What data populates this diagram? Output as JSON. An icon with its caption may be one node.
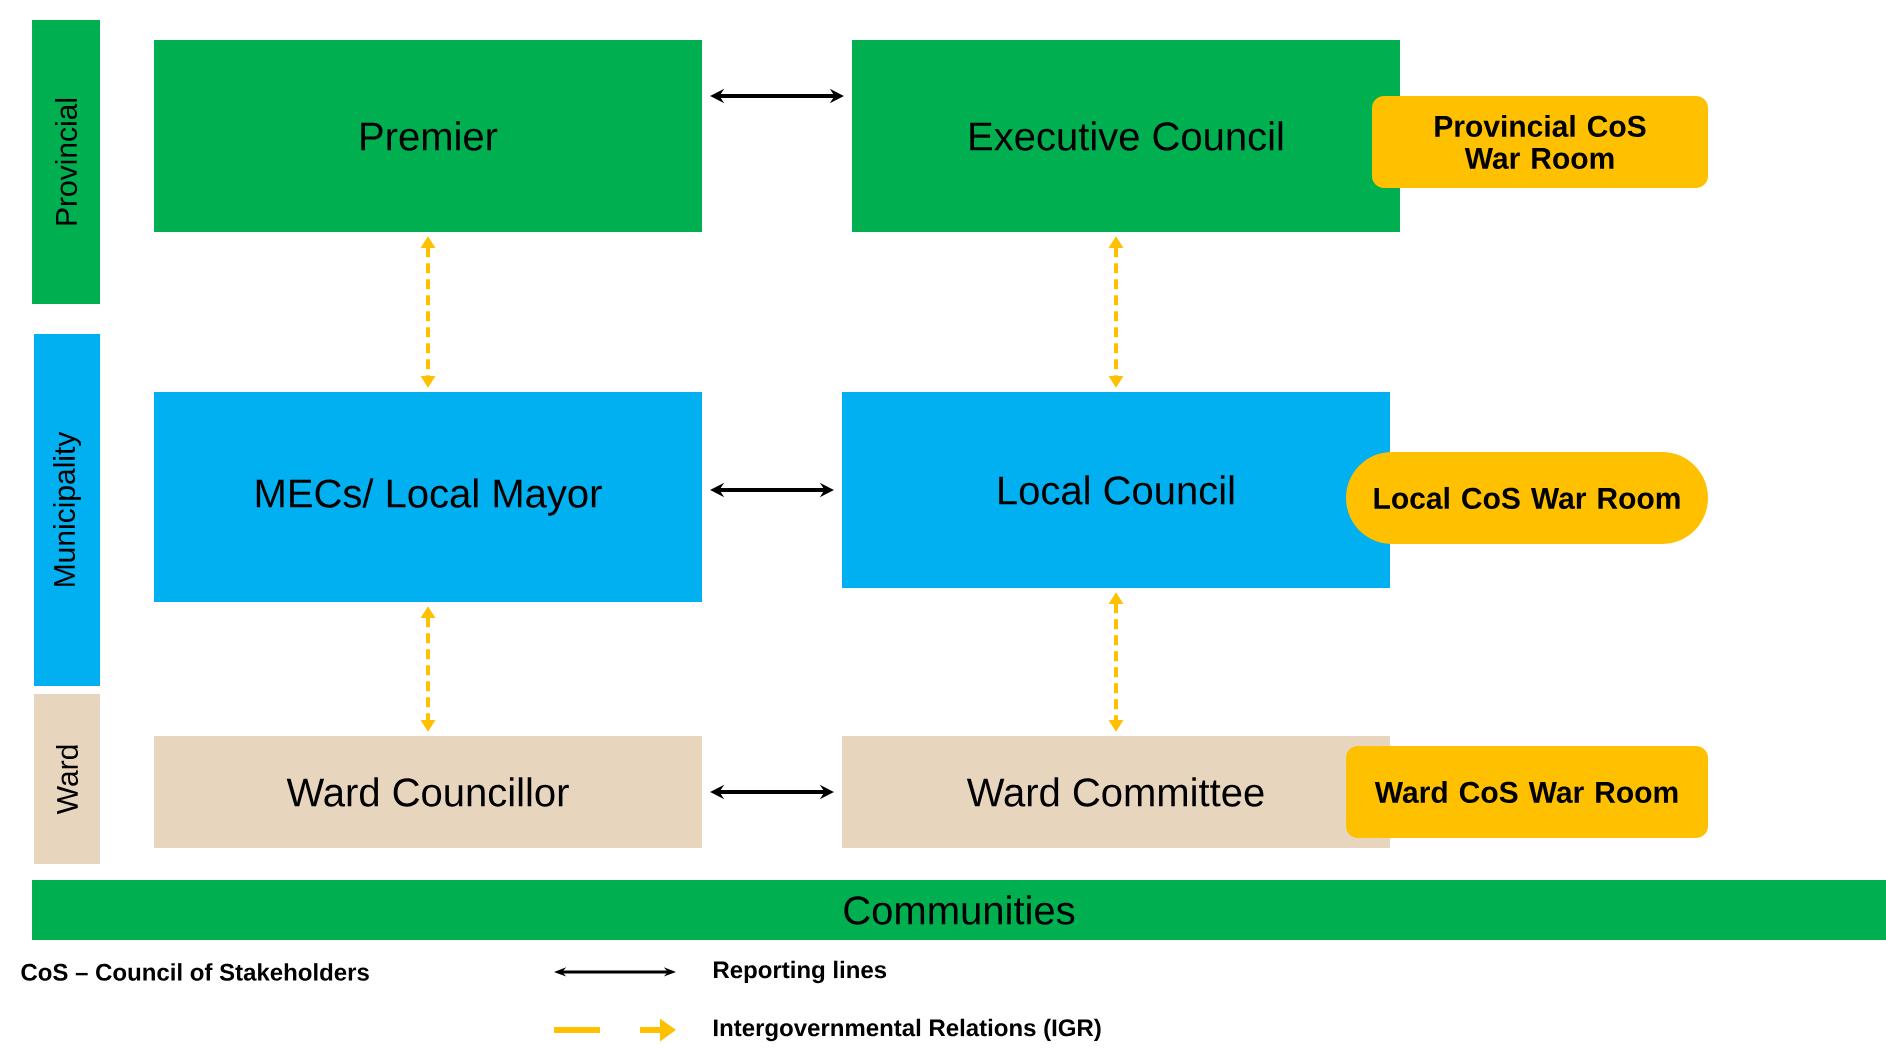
{
  "diagram": {
    "nodes": [
      {
        "text": [
          "Provincial"
        ]
      },
      {
        "text": [
          "Municipality"
        ]
      },
      {
        "text": [
          "Ward"
        ]
      },
      {
        "text": [
          "Premier"
        ]
      },
      {
        "text": [
          "Executive Council"
        ]
      },
      {
        "text": [
          "Provincial CoS War Room"
        ]
      },
      {
        "text": [
          "MECs/ Local Mayor"
        ]
      },
      {
        "text": [
          "Local Council"
        ]
      },
      {
        "text": [
          "Local CoS War Room"
        ]
      },
      {
        "text": [
          "Ward Councillor"
        ]
      },
      {
        "text": [
          "Ward Committee"
        ]
      },
      {
        "text": [
          "Ward CoS War Room"
        ]
      },
      {
        "text": [
          "Communities"
        ]
      }
    ],
    "edges": [
      {
        "from": 3,
        "to": 4,
        "arrow": "both",
        "color": "#000000"
      },
      {
        "from": 3,
        "to": 6,
        "arrow": "both",
        "style": "dashed",
        "color": "#ffc000"
      },
      {
        "from": 4,
        "to": 7,
        "arrow": "both",
        "style": "dashed",
        "color": "#ffc000"
      },
      {
        "from": 6,
        "to": 7,
        "arrow": "both",
        "color": "#000000"
      },
      {
        "from": 6,
        "to": 9,
        "arrow": "both",
        "style": "dashed",
        "color": "#ffc000"
      },
      {
        "from": 7,
        "to": 10,
        "arrow": "both",
        "style": "dashed",
        "color": "#ffc000"
      },
      {
        "from": 9,
        "to": 10,
        "arrow": "both",
        "color": "#000000"
      }
    ],
    "labels": [
      "CoS – Council of Stakeholders"
    ],
    "legend": [
      {
        "text": "Reporting lines"
      },
      {
        "text": "Intergovernmental Relations (IGR)"
      }
    ]
  }
}
